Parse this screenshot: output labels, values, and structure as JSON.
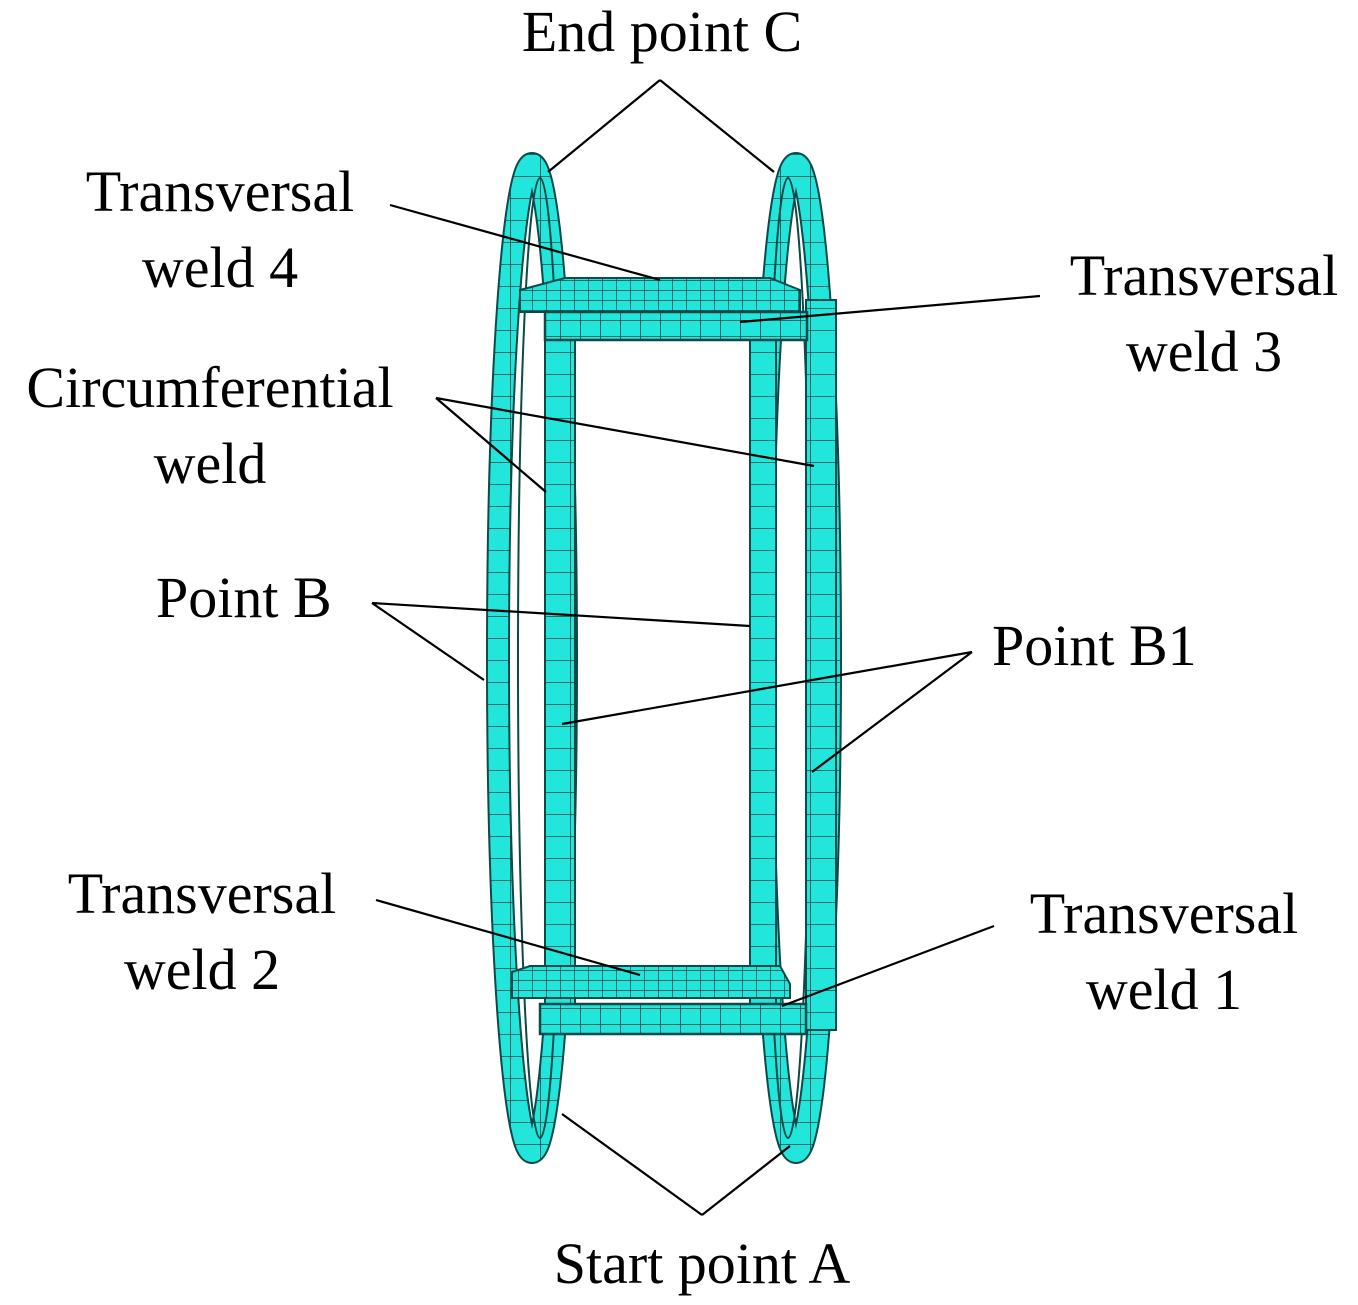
{
  "labels": {
    "end_point_c": "End point C",
    "start_point_a": "Start point A",
    "transversal_weld_4": {
      "line1": "Transversal",
      "line2": "weld 4"
    },
    "transversal_weld_3": {
      "line1": "Transversal",
      "line2": "weld 3"
    },
    "transversal_weld_2": {
      "line1": "Transversal",
      "line2": "weld 2"
    },
    "transversal_weld_1": {
      "line1": "Transversal",
      "line2": "weld 1"
    },
    "circumferential_weld": {
      "line1": "Circumferential",
      "line2": "weld"
    },
    "point_b": "Point B",
    "point_b1": "Point B1"
  },
  "colors": {
    "mesh_fill": "#22e6dc",
    "mesh_lines": "#0a4a48",
    "leader_lines": "#000000",
    "background": "#ffffff"
  }
}
